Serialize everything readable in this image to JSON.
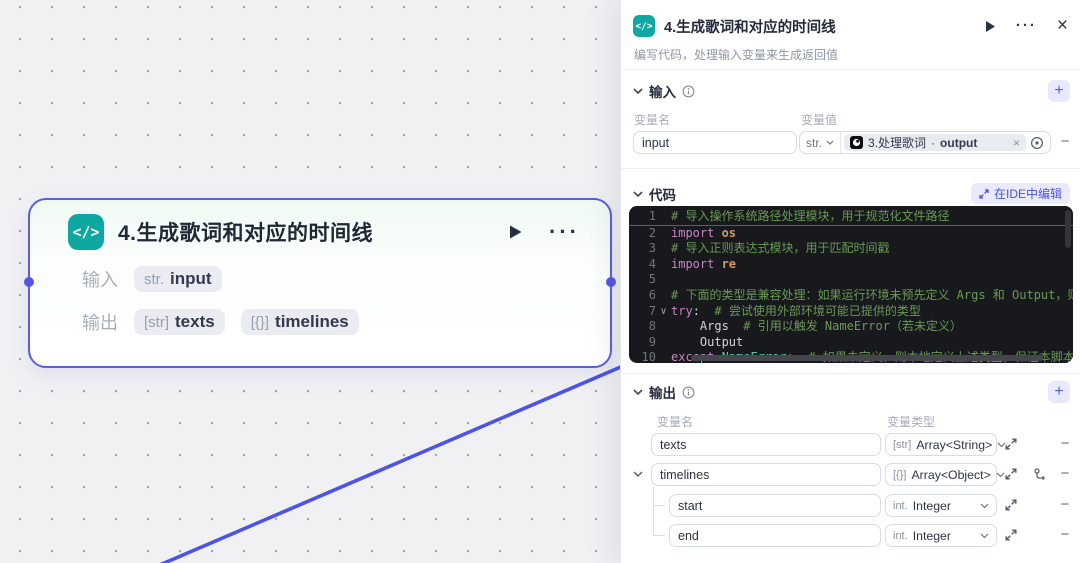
{
  "colors": {
    "accent_purple": "#5457e5",
    "edge_line": "#4d53e6",
    "node_teal": "#0fa7a1",
    "ide_btn_text": "#4c53e0"
  },
  "canvas": {
    "node": {
      "icon_glyph": "</>",
      "title": "4.生成歌词和对应的时间线",
      "input_label": "输入",
      "output_label": "输出",
      "input_chips": [
        {
          "type": "str.",
          "name": "input"
        }
      ],
      "output_chips": [
        {
          "type": "[str]",
          "name": "texts"
        },
        {
          "type": "[{}]",
          "name": "timelines"
        }
      ]
    }
  },
  "panel": {
    "icon_glyph": "</>",
    "title": "4.生成歌词和对应的时间线",
    "subtitle": "编写代码，处理输入变量来生成返回值",
    "input_section": {
      "title": "输入",
      "col_name": "变量名",
      "col_value": "变量值",
      "row": {
        "name": "input",
        "type": "str.",
        "ref_node": "3.处理歌词",
        "sep": "·",
        "ref_field": "output"
      }
    },
    "code_section": {
      "title": "代码",
      "ide_button": "在IDE中编辑",
      "lines": [
        {
          "n": "1",
          "u": true,
          "segs": [
            {
              "c": "cm",
              "t": "# 导入操作系统路径处理模块，用于规范化文件路径"
            }
          ]
        },
        {
          "n": "2",
          "segs": [
            {
              "c": "kw",
              "t": "import"
            },
            {
              "c": "mod",
              "t": " os"
            }
          ]
        },
        {
          "n": "3",
          "segs": [
            {
              "c": "cm",
              "t": "# 导入正则表达式模块，用于匹配时间戳"
            }
          ]
        },
        {
          "n": "4",
          "segs": [
            {
              "c": "kw",
              "t": "import"
            },
            {
              "c": "mod",
              "t": " re"
            }
          ]
        },
        {
          "n": "5",
          "segs": []
        },
        {
          "n": "6",
          "segs": [
            {
              "c": "cm",
              "t": "# 下面的类型是兼容处理：如果运行环境未预先定义 Args 和 Output，则"
            }
          ]
        },
        {
          "n": "7",
          "fold": true,
          "segs": [
            {
              "c": "kw",
              "t": "try"
            },
            {
              "c": "pl",
              "t": ":  "
            },
            {
              "c": "cm",
              "t": "# 尝试使用外部环境可能已提供的类型"
            }
          ]
        },
        {
          "n": "8",
          "segs": [
            {
              "c": "pl",
              "t": "    Args  "
            },
            {
              "c": "cm",
              "t": "# 引用以触发 NameError（若未定义）"
            }
          ]
        },
        {
          "n": "9",
          "segs": [
            {
              "c": "pl",
              "t": "    Output"
            }
          ]
        },
        {
          "n": "10",
          "segs": [
            {
              "c": "kw",
              "t": "except"
            },
            {
              "c": "cls",
              "t": " NameError"
            },
            {
              "c": "pl",
              "t": ":  "
            },
            {
              "c": "cm",
              "t": "# 如果未定义，则本地定义上述类型，保证本脚本可用"
            }
          ]
        }
      ]
    },
    "output_section": {
      "title": "输出",
      "col_name": "变量名",
      "col_type": "变量类型",
      "rows": [
        {
          "name": "texts",
          "type_tag": "[str]",
          "type": "Array<String>"
        },
        {
          "name": "timelines",
          "type_tag": "[{}]",
          "type": "Array<Object>"
        },
        {
          "name": "start",
          "type_tag": "int.",
          "type": "Integer"
        },
        {
          "name": "end",
          "type_tag": "int.",
          "type": "Integer"
        }
      ]
    }
  }
}
